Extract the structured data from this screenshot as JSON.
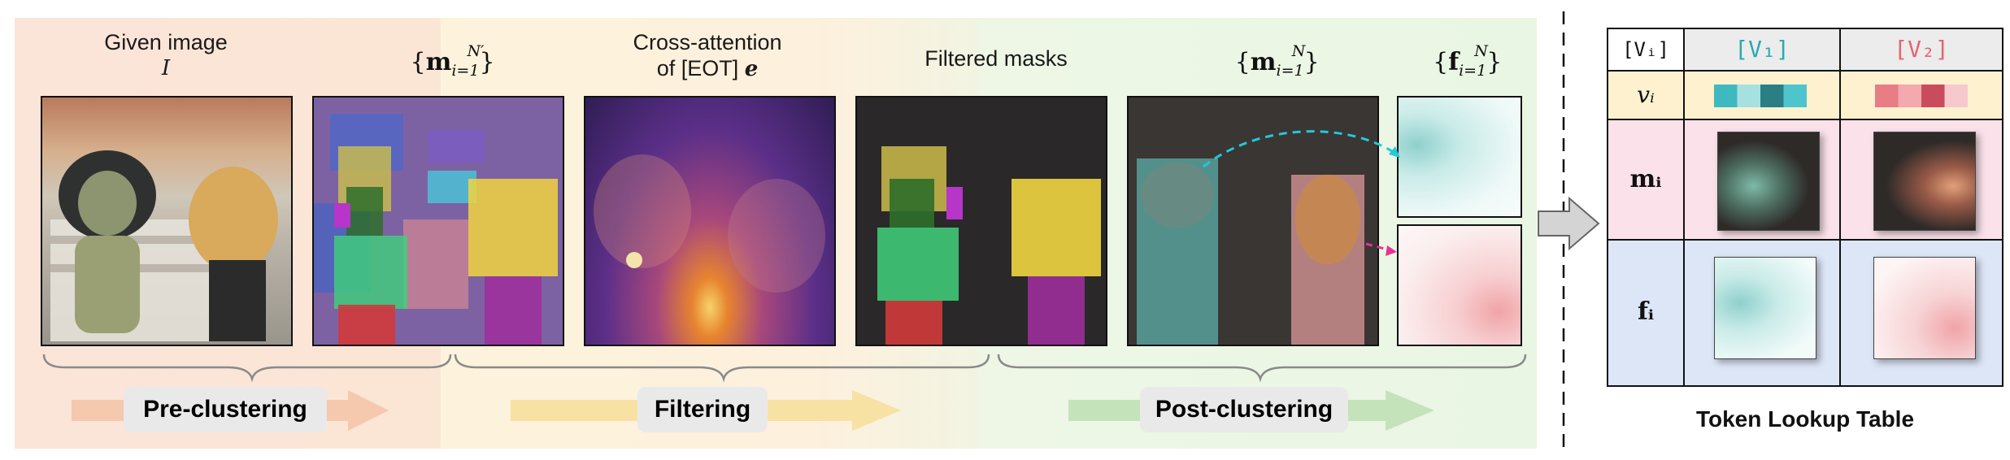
{
  "stages": [
    {
      "label": "Pre-clustering",
      "color": "#f3c5a8"
    },
    {
      "label": "Filtering",
      "color": "#f7e0a0"
    },
    {
      "label": "Post-clustering",
      "color": "#c2e2b8"
    }
  ],
  "headers": {
    "given_image": "Given image",
    "given_image_symbol": "I",
    "cross_attention_line1": "Cross-attention",
    "cross_attention_line2": "of [EOT]",
    "cross_attention_symbol": "e",
    "filtered_masks": "Filtered masks"
  },
  "math_headers": {
    "pre_masks_base": "m",
    "pre_masks_sub": "i=1",
    "pre_masks_sup": "N′",
    "post_masks_base": "m",
    "post_masks_sub": "i=1",
    "post_masks_sup": "N",
    "features_base": "f",
    "features_sub": "i=1",
    "features_sup": "N"
  },
  "table": {
    "corner_label": "[Vᵢ]",
    "col1_token": "[V₁]",
    "col2_token": "[V₂]",
    "col1_color": "#2aa9b0",
    "col2_color": "#e56672",
    "row_vi_label": "vᵢ",
    "row_mi_label": "mᵢ",
    "row_fi_label": "fᵢ",
    "row_vi_bg": "#fdf1cf",
    "row_mi_bg": "#fbe1ea",
    "row_fi_bg": "#dde6f7",
    "caption": "Token Lookup Table"
  },
  "colors": {
    "arrow_teal": "#22c9d8",
    "arrow_pink": "#e8328f"
  }
}
